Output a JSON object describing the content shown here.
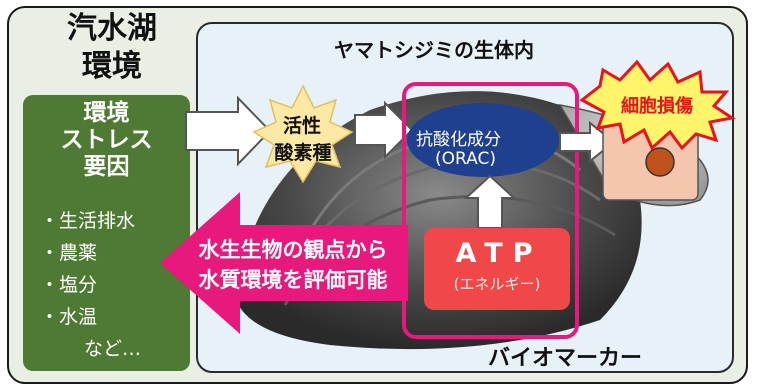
{
  "environment": {
    "title_line1": "汽水湖",
    "title_line2": "環境"
  },
  "stress_box": {
    "title_line1": "環境",
    "title_line2": "ストレス",
    "title_line3": "要因",
    "items": [
      "・生活排水",
      "・農薬",
      "・塩分",
      "・水温",
      "など…"
    ]
  },
  "clam": {
    "title": "ヤマトシジミの生体内",
    "biomarker_label": "バイオマーカー"
  },
  "reactive_oxygen": {
    "line1": "活性",
    "line2": "酸素種"
  },
  "antioxidant": {
    "line1": "抗酸化成分",
    "line2": "(ORAC)"
  },
  "atp": {
    "label": "ATP",
    "sub": "(エネルギー)"
  },
  "evaluation": {
    "line1": "水生生物の観点から",
    "line2": "水質環境を評価可能"
  },
  "cell_damage": {
    "label": "細胞損傷"
  },
  "colors": {
    "outer_bg": "#e9efe4",
    "inner_bg": "#e7f1f8",
    "stress_green": "#4f7a33",
    "biomarker_magenta": "#e8197c",
    "antioxidant_blue": "#1f3f8f",
    "atp_red": "#f04848",
    "star_yellow": "#fde9a3",
    "burst_red": "#e8141c",
    "cell_pink": "#f4c6ad",
    "nucleus": "#c0531b"
  }
}
